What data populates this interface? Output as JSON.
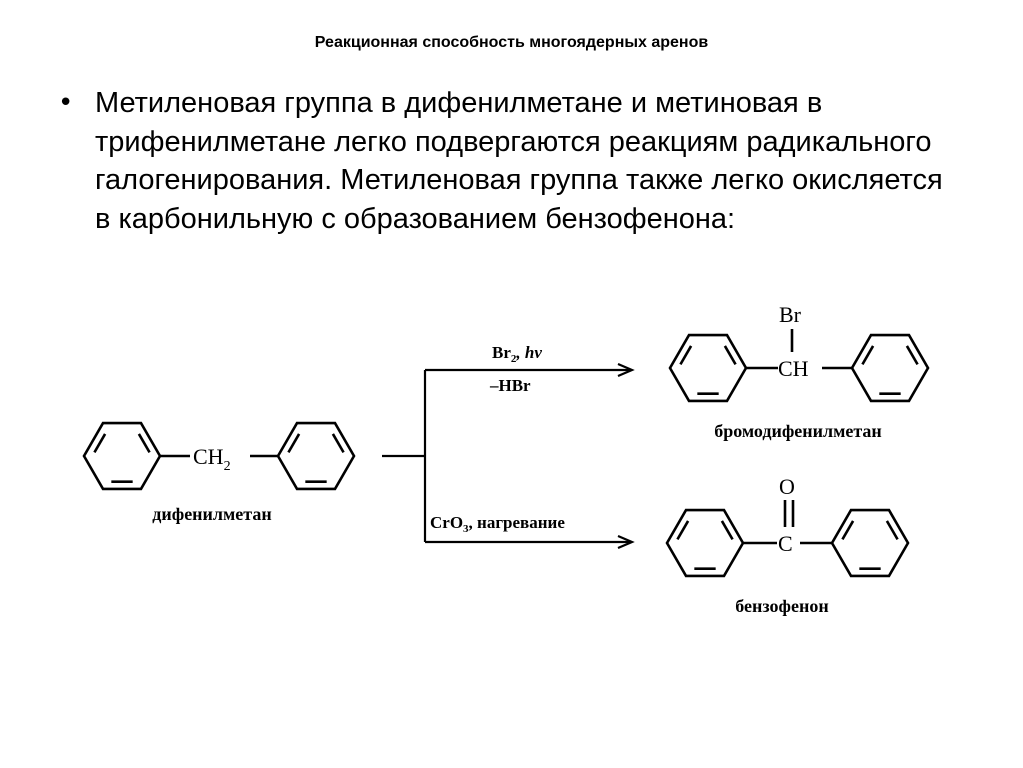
{
  "slide": {
    "title": "Реакционная способность многоядерных аренов",
    "bullet_symbol": "•",
    "bullet_text": "Метиленовая группа в дифенилметане и метиновая в трифенилметане легко подвергаются реакциям радикального галогенирования. Метиленовая группа также легко окисляется в карбонильную с образованием бензофенона:"
  },
  "scheme": {
    "reactant": {
      "center_main": "CH",
      "center_sub": "2",
      "name": "дифенилметан"
    },
    "upper_reaction": {
      "reagent_main": "Br",
      "reagent_sub": "2",
      "reagent_tail": ", hv",
      "byproduct": "–HBr"
    },
    "lower_reaction": {
      "reagent_main": "CrO",
      "reagent_sub": "3",
      "reagent_tail": ", нагревание"
    },
    "product_upper": {
      "substituent": "Br",
      "center": "CH",
      "name": "бромодифенилметан"
    },
    "product_lower": {
      "substituent": "O",
      "center": "C",
      "name": "бензофенон"
    }
  }
}
